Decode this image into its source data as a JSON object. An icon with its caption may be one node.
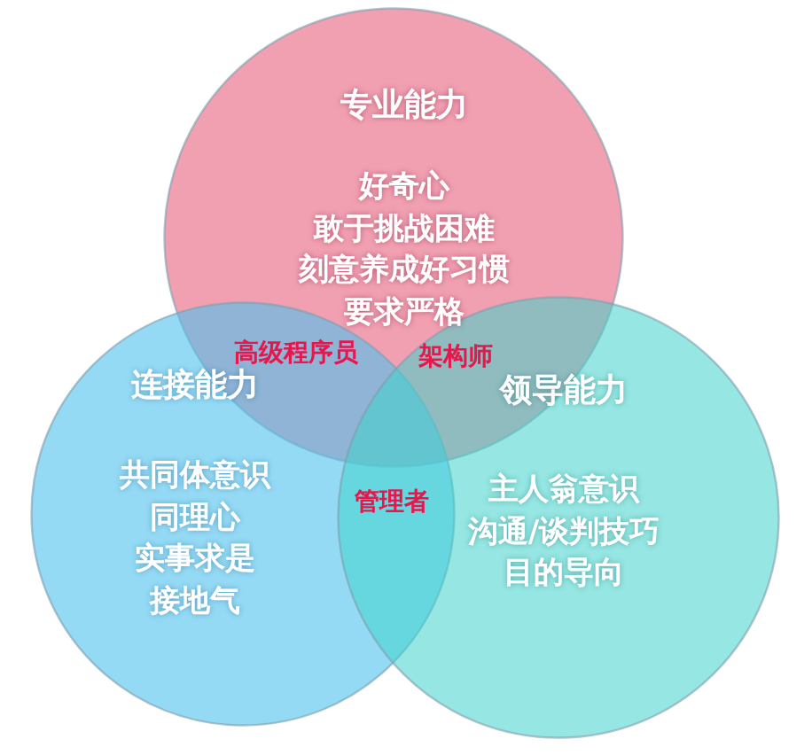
{
  "diagram": {
    "nodes": [
      {
        "text": [
          "专业能力",
          "好奇心",
          "敢于挑战困难",
          "刻意养成好习惯",
          "要求严格"
        ]
      },
      {
        "text": [
          "连接能力",
          "共同体意识",
          "同理心",
          "实事求是",
          "接地气"
        ]
      },
      {
        "text": [
          "领导能力",
          "主人翁意识",
          "沟通/谈判技巧",
          "目的导向"
        ]
      }
    ],
    "labels": [
      "高级程序员",
      "架构师",
      "管理者"
    ]
  }
}
